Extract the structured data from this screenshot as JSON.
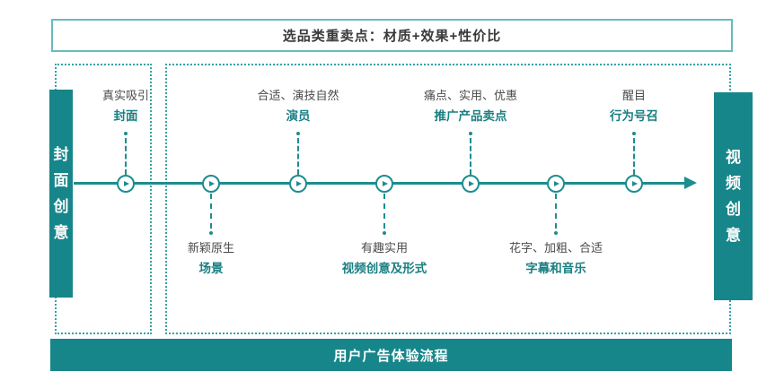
{
  "title": {
    "text": "选品类重卖点：材质+效果+性价比"
  },
  "left_box": {
    "label": "封面创意"
  },
  "right_box": {
    "label": "视频创意"
  },
  "bottom_bar": {
    "label": "用户广告体验流程"
  },
  "timeline": {
    "direction": "left-to-right",
    "node_icon": "play",
    "node_count": 7
  },
  "steps": [
    {
      "desc": "真实吸引",
      "name": "封面",
      "position": "above"
    },
    {
      "desc": "新颖原生",
      "name": "场景",
      "position": "below"
    },
    {
      "desc": "合适、演技自然",
      "name": "演员",
      "position": "above"
    },
    {
      "desc": "有趣实用",
      "name": "视频创意及形式",
      "position": "below"
    },
    {
      "desc": "痛点、实用、优惠",
      "name": "推广产品卖点",
      "position": "above"
    },
    {
      "desc": "花字、加粗、合适",
      "name": "字幕和音乐",
      "position": "below"
    },
    {
      "desc": "醒目",
      "name": "行为号召",
      "position": "above"
    }
  ],
  "colors": {
    "teal_fill": "#17868a",
    "timeline_teal": "#1d8d8f",
    "accent_text_teal": "#1a7f82",
    "title_border_teal": "#66bcc0",
    "dashed_border_teal": "#35a2a2",
    "title_text": "#3a3a3a",
    "desc_text": "#4a4a4a"
  }
}
